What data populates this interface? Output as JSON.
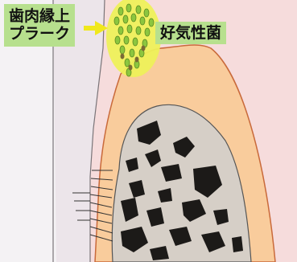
{
  "labels": {
    "plaque_line1": "歯肉縁上",
    "plaque_line2": "プラーク",
    "bacteria": "好気性菌"
  },
  "colors": {
    "gum": "#f9cc9c",
    "gum_outline": "#c96a3b",
    "pink_background": "#f6dcdc",
    "bone": "#d6cfc7",
    "bone_cavity": "#1c1a18",
    "tooth": "#ece7ea",
    "plaque_cloud": "#eef05a",
    "bacteria_cell": "#8cc63f",
    "label_background": "#b7e08e",
    "arrow": "#f0e81c"
  },
  "icons": {
    "arrow": "arrow-right-icon",
    "bacteria_cluster": "bacteria-cluster-icon"
  }
}
